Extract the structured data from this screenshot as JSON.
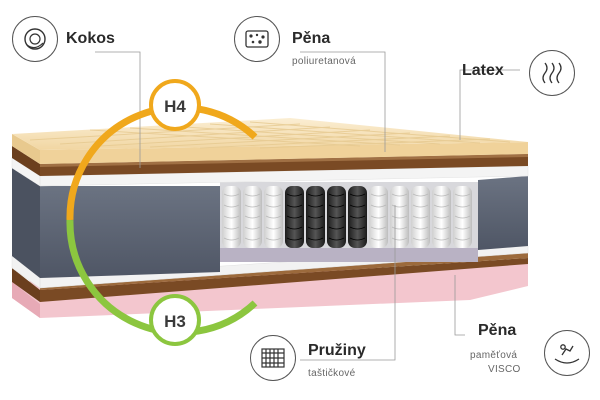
{
  "layers": {
    "kokos": {
      "title": "Kokos",
      "icon": "coconut-icon"
    },
    "pena_top": {
      "title": "Pěna",
      "subtitle": "poliuretanová",
      "icon": "foam-icon"
    },
    "latex": {
      "title": "Latex",
      "icon": "latex-waves-icon"
    },
    "pruziny": {
      "title": "Pružiny",
      "subtitle": "taštičkové",
      "icon": "pocket-springs-icon"
    },
    "pena_bottom": {
      "title": "Pěna",
      "subtitle_line1": "paměťová",
      "subtitle_line2": "VISCO",
      "icon": "memory-foam-icon"
    }
  },
  "firmness": {
    "top": {
      "label": "H4",
      "color": "#f0a81c"
    },
    "bottom": {
      "label": "H3",
      "color": "#8cc63f"
    }
  },
  "colors": {
    "latex": "#f6dfb2",
    "coconut": "#7a4a24",
    "side_gray": "#5d6472",
    "memory_pink": "#f3c6ce"
  }
}
